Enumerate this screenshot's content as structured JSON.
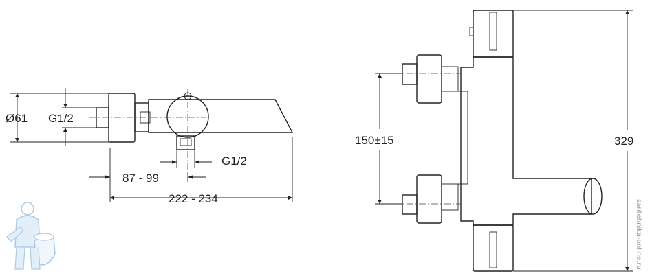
{
  "dimensions": {
    "diameter": "Ø61",
    "thread_left": "G1/2",
    "thread_bottom": "G1/2",
    "range_short": "87 - 99",
    "range_long": "222 - 234",
    "center_distance": "150±15",
    "height": "329"
  },
  "watermark": {
    "text": "santehnika-online.ru"
  },
  "colors": {
    "line": "#222222",
    "logo": "#9fc3e8"
  }
}
